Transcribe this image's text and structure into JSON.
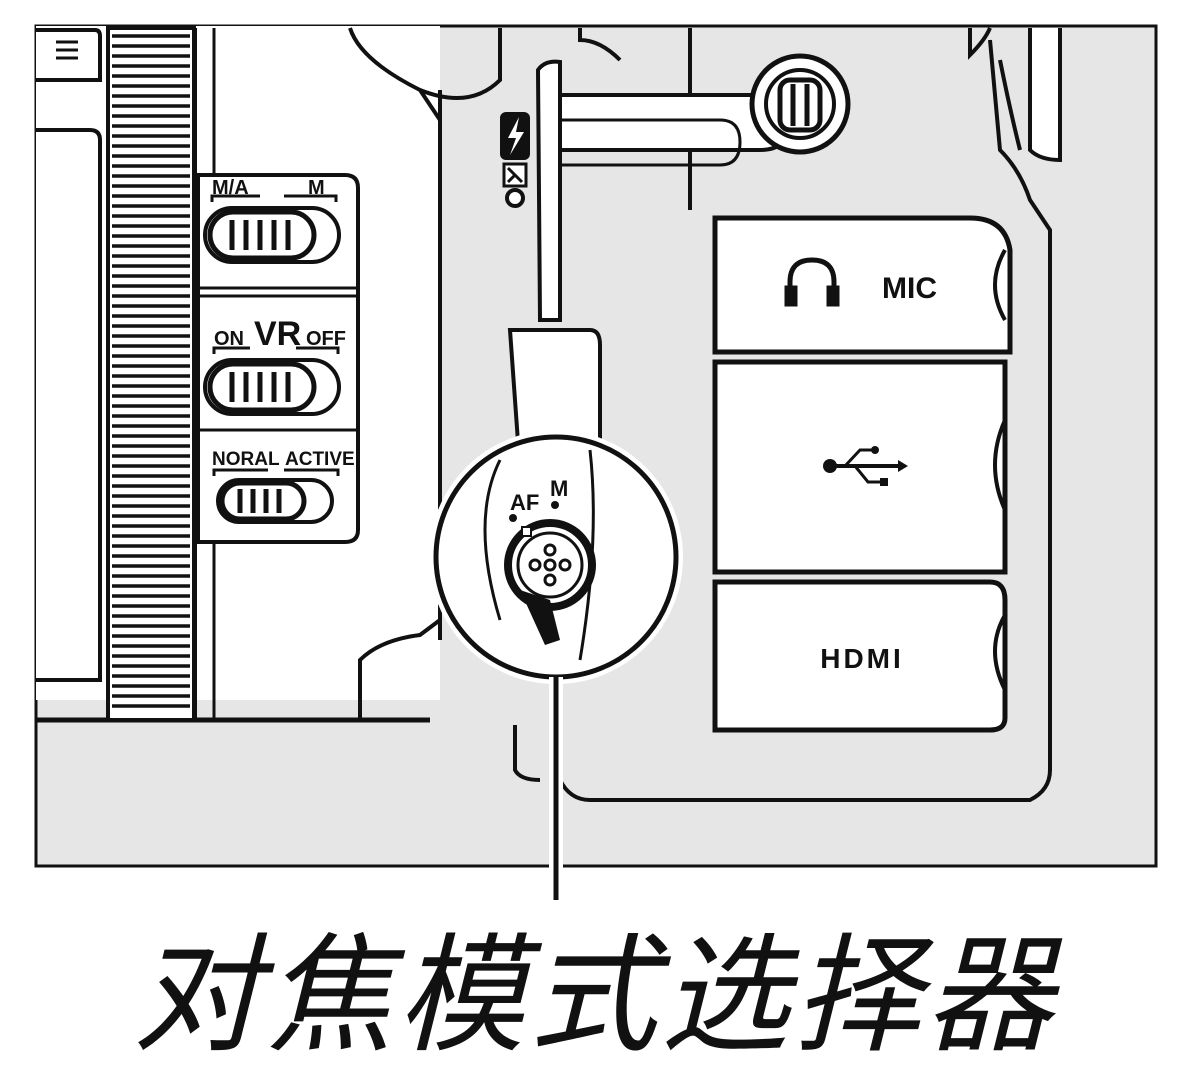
{
  "caption": "对焦模式选择器",
  "lens_switches": {
    "focus": {
      "left": "M/A",
      "right": "M"
    },
    "vr": {
      "left": "ON",
      "center": "VR",
      "right": "OFF"
    },
    "vr_mode": {
      "left": "NORAL",
      "right": "ACTIVE"
    }
  },
  "focus_mode_selector": {
    "af": "AF",
    "m": "M"
  },
  "ports": {
    "mic": "MIC",
    "hdmi": "HDMI"
  },
  "icons": {
    "headphone": "headphone-icon",
    "usb": "usb-icon",
    "flash": "flash-icon",
    "flash_compensation": "flash-compensation-icon"
  },
  "colors": {
    "background_panel": "#e6e6e6",
    "line": "#111111",
    "body": "#ffffff"
  }
}
